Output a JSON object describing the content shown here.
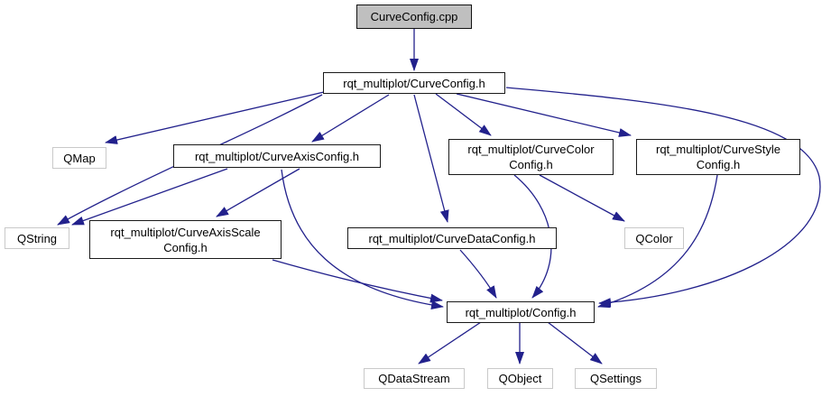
{
  "nodes": {
    "curveconfig_cpp": {
      "label": "CurveConfig.cpp"
    },
    "curveconfig_h": {
      "label": "rqt_multiplot/CurveConfig.h"
    },
    "qmap": {
      "label": "QMap"
    },
    "curveaxisconfig_h": {
      "label": "rqt_multiplot/CurveAxisConfig.h"
    },
    "curvecolorconfig_h": {
      "label": "rqt_multiplot/CurveColor\nConfig.h"
    },
    "curvestyleconfig_h": {
      "label": "rqt_multiplot/CurveStyle\nConfig.h"
    },
    "qstring": {
      "label": "QString"
    },
    "curveaxisscaleconfig_h": {
      "label": "rqt_multiplot/CurveAxisScale\nConfig.h"
    },
    "curvedataconfig_h": {
      "label": "rqt_multiplot/CurveDataConfig.h"
    },
    "qcolor": {
      "label": "QColor"
    },
    "config_h": {
      "label": "rqt_multiplot/Config.h"
    },
    "qdatastream": {
      "label": "QDataStream"
    },
    "qobject": {
      "label": "QObject"
    },
    "qsettings": {
      "label": "QSettings"
    }
  },
  "edges": [
    {
      "from": "CurveConfig.cpp",
      "to": "rqt_multiplot/CurveConfig.h"
    },
    {
      "from": "rqt_multiplot/CurveConfig.h",
      "to": "QMap"
    },
    {
      "from": "rqt_multiplot/CurveConfig.h",
      "to": "QString"
    },
    {
      "from": "rqt_multiplot/CurveConfig.h",
      "to": "rqt_multiplot/CurveAxisConfig.h"
    },
    {
      "from": "rqt_multiplot/CurveConfig.h",
      "to": "rqt_multiplot/CurveColorConfig.h"
    },
    {
      "from": "rqt_multiplot/CurveConfig.h",
      "to": "rqt_multiplot/CurveStyleConfig.h"
    },
    {
      "from": "rqt_multiplot/CurveConfig.h",
      "to": "rqt_multiplot/CurveDataConfig.h"
    },
    {
      "from": "rqt_multiplot/CurveConfig.h",
      "to": "rqt_multiplot/Config.h"
    },
    {
      "from": "rqt_multiplot/CurveAxisConfig.h",
      "to": "QString"
    },
    {
      "from": "rqt_multiplot/CurveAxisConfig.h",
      "to": "rqt_multiplot/CurveAxisScaleConfig.h"
    },
    {
      "from": "rqt_multiplot/CurveAxisConfig.h",
      "to": "rqt_multiplot/Config.h"
    },
    {
      "from": "rqt_multiplot/CurveAxisScaleConfig.h",
      "to": "rqt_multiplot/Config.h"
    },
    {
      "from": "rqt_multiplot/CurveColorConfig.h",
      "to": "QColor"
    },
    {
      "from": "rqt_multiplot/CurveColorConfig.h",
      "to": "rqt_multiplot/Config.h"
    },
    {
      "from": "rqt_multiplot/CurveStyleConfig.h",
      "to": "rqt_multiplot/Config.h"
    },
    {
      "from": "rqt_multiplot/CurveDataConfig.h",
      "to": "rqt_multiplot/Config.h"
    },
    {
      "from": "rqt_multiplot/Config.h",
      "to": "QDataStream"
    },
    {
      "from": "rqt_multiplot/Config.h",
      "to": "QObject"
    },
    {
      "from": "rqt_multiplot/Config.h",
      "to": "QSettings"
    }
  ],
  "colors": {
    "edge": "#22218c",
    "box_border": "#1a1a1a",
    "external_border": "#c9c9c9",
    "source_fill": "#bfbfbf",
    "background": "#ffffff"
  }
}
